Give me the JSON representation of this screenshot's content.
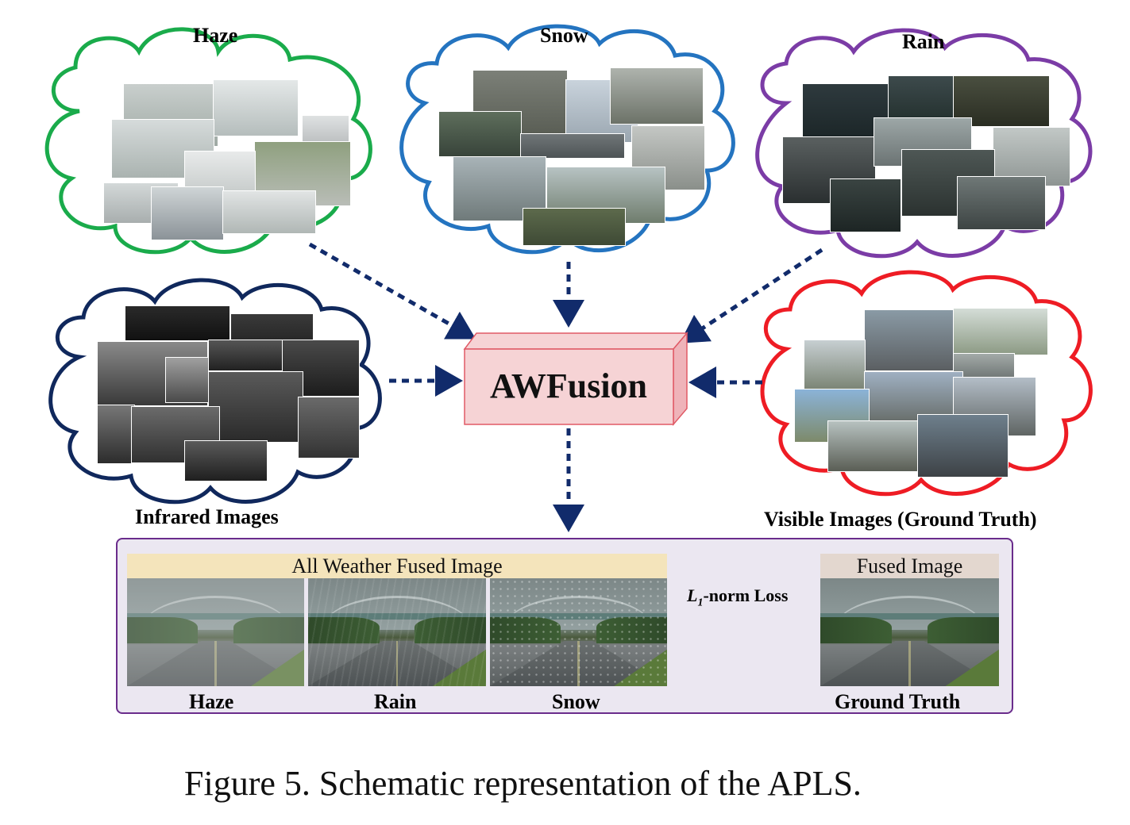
{
  "clouds": {
    "haze": {
      "label": "Haze",
      "color": "#1aab4b"
    },
    "snow": {
      "label": "Snow",
      "color": "#2474c0"
    },
    "rain": {
      "label": "Rain",
      "color": "#7b3ca6"
    },
    "infrared": {
      "label": "Infrared Images",
      "color": "#10285c"
    },
    "visible": {
      "label": "Visible Images (Ground Truth)",
      "color": "#ee1c24"
    }
  },
  "center": {
    "label": "AWFusion",
    "fill": "#f6d3d5",
    "edge": "#e05a66"
  },
  "arrow_color": "#112b6b",
  "results": {
    "fused_banner": "All Weather Fused Image",
    "fused_banner_color": "#f4e4bb",
    "gt_banner": "Fused Image",
    "gt_banner_color": "#e3d7cf",
    "loss_symbol": "L",
    "loss_subscript": "1",
    "loss_suffix": "-norm Loss",
    "captions": [
      "Haze",
      "Rain",
      "Snow",
      "Ground Truth"
    ],
    "box_color": "#6a2c8c"
  },
  "caption": "Figure 5. Schematic representation of the APLS."
}
